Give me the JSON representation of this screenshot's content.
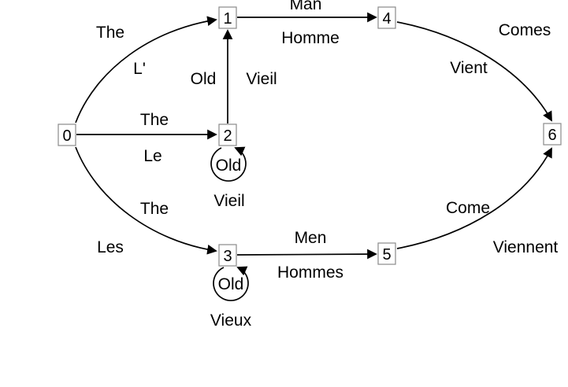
{
  "nodes": [
    "0",
    "1",
    "2",
    "3",
    "4",
    "5",
    "6"
  ],
  "edges": {
    "n0_n1": {
      "en": "The",
      "fr": "L'"
    },
    "n0_n2": {
      "en": "The",
      "fr": "Le"
    },
    "n0_n3": {
      "en": "The",
      "fr": "Les"
    },
    "n2_n1": {
      "en": "Old",
      "fr": "Vieil"
    },
    "n2_loop": {
      "en": "Old",
      "fr": "Vieil"
    },
    "n3_loop": {
      "en": "Old",
      "fr": "Vieux"
    },
    "n1_n4": {
      "en": "Man",
      "fr": "Homme"
    },
    "n3_n5": {
      "en": "Men",
      "fr": "Hommes"
    },
    "n4_n6": {
      "en": "Comes",
      "fr": "Vient"
    },
    "n5_n6": {
      "en": "Come",
      "fr": "Viennent"
    }
  }
}
